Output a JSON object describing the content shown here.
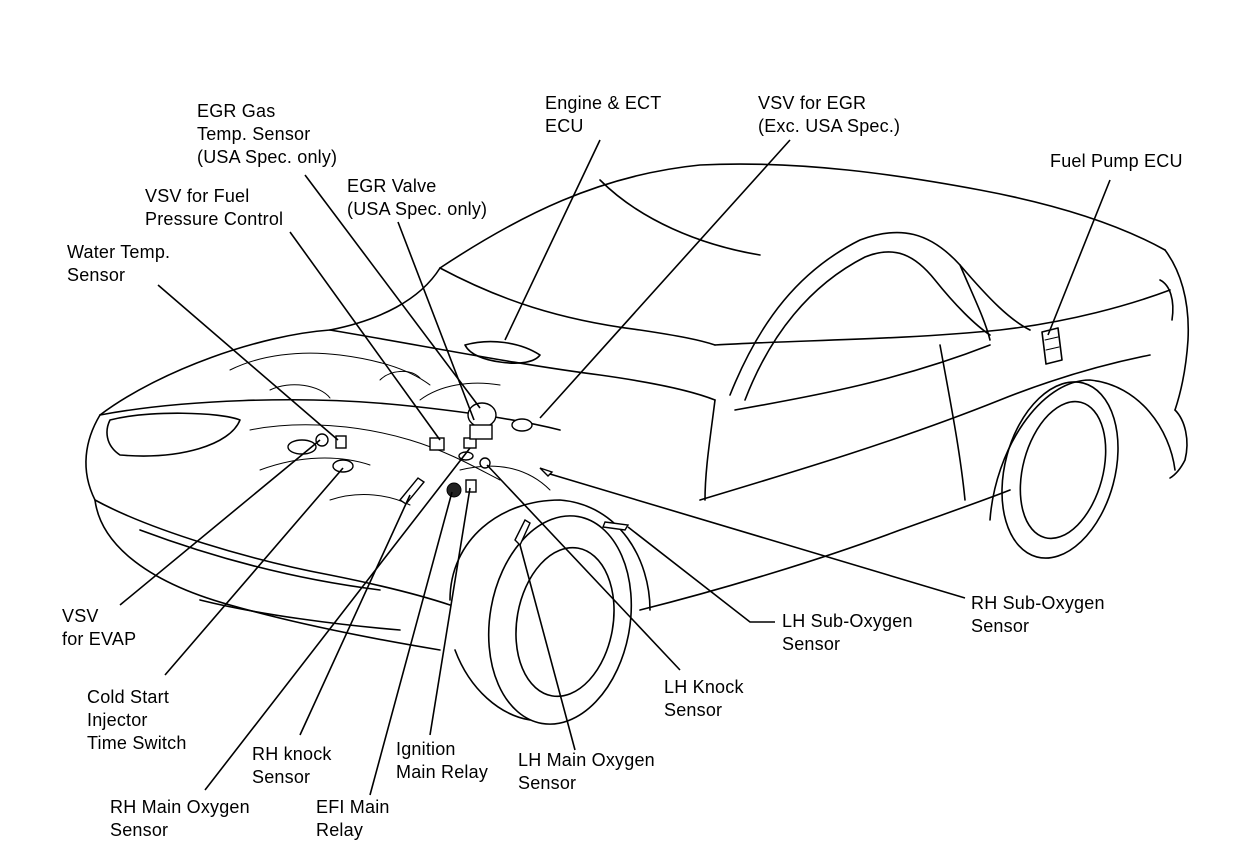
{
  "labels": {
    "egr_gas_temp": "EGR Gas\nTemp. Sensor\n(USA Spec. only)",
    "engine_ect_ecu": "Engine & ECT\nECU",
    "vsv_egr": "VSV for EGR\n(Exc. USA Spec.)",
    "fuel_pump_ecu": "Fuel Pump ECU",
    "vsv_fuel_pressure": "VSV for Fuel\nPressure Control",
    "egr_valve": "EGR Valve\n(USA Spec. only)",
    "water_temp": "Water Temp.\nSensor",
    "vsv_evap": "VSV\nfor EVAP",
    "cold_start": "Cold Start\nInjector\nTime Switch",
    "rh_knock": "RH knock\nSensor",
    "rh_main_o2": "RH Main Oxygen\nSensor",
    "efi_main_relay": "EFI Main\nRelay",
    "ignition_main_relay": "Ignition\nMain Relay",
    "lh_main_o2": "LH Main Oxygen\nSensor",
    "lh_knock": "LH Knock\nSensor",
    "lh_sub_o2": "LH Sub-Oxygen\nSensor",
    "rh_sub_o2": "RH Sub-Oxygen\nSensor"
  }
}
